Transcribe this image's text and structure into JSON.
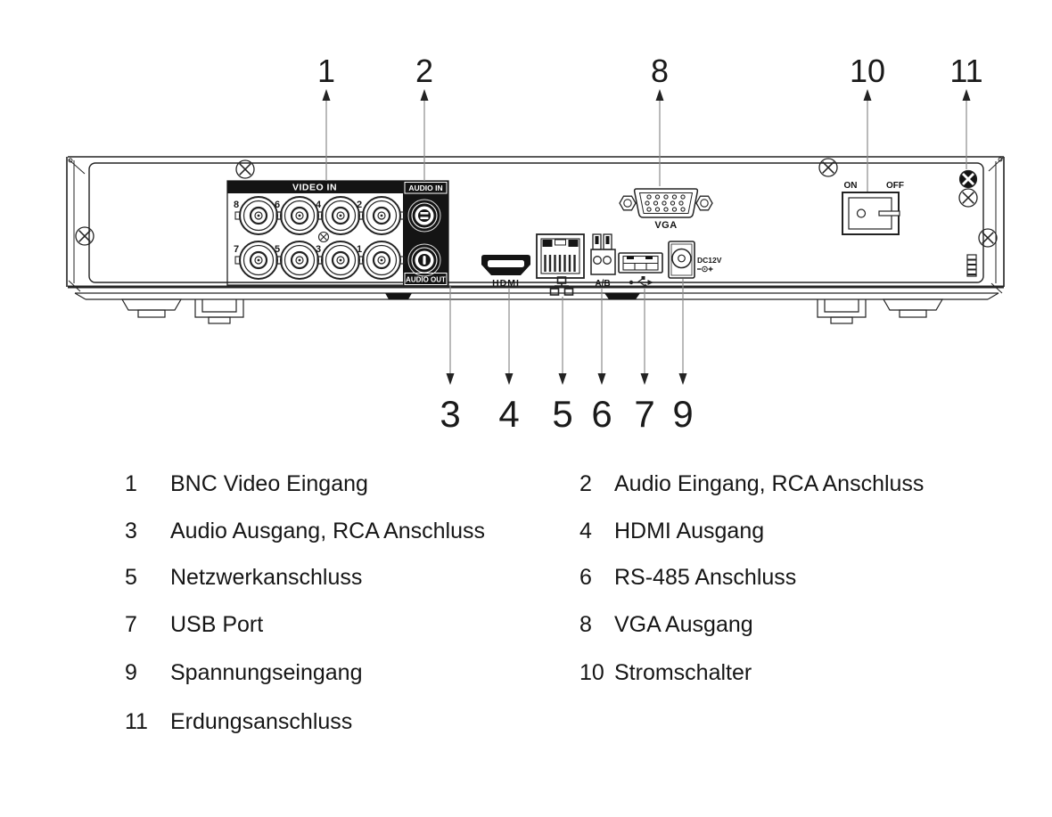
{
  "device": {
    "labels": {
      "video_in": "VIDEO IN",
      "audio_in": "AUDIO IN",
      "audio_out": "AUDIO OUT",
      "hdmi": "HDMI",
      "rs485": "A/B",
      "vga": "VGA",
      "power": "DC12V",
      "switch_on": "ON",
      "switch_off": "OFF"
    },
    "bnc_labels_top": [
      "8",
      "6",
      "4",
      "2"
    ],
    "bnc_labels_bottom": [
      "7",
      "5",
      "3",
      "1"
    ],
    "callouts_top": [
      "1",
      "2",
      "8",
      "10",
      "11"
    ],
    "callouts_bottom": [
      "3",
      "4",
      "5",
      "6",
      "7",
      "9"
    ]
  },
  "legend": {
    "items": [
      {
        "number": "1",
        "label": "BNC Video Eingang"
      },
      {
        "number": "2",
        "label": "Audio Eingang, RCA Anschluss"
      },
      {
        "number": "3",
        "label": "Audio Ausgang, RCA Anschluss"
      },
      {
        "number": "4",
        "label": "HDMI Ausgang"
      },
      {
        "number": "5",
        "label": "Netzwerkanschluss"
      },
      {
        "number": "6",
        "label": "RS-485 Anschluss"
      },
      {
        "number": "7",
        "label": "USB Port"
      },
      {
        "number": "8",
        "label": "VGA Ausgang"
      },
      {
        "number": "9",
        "label": "Spannungseingang"
      },
      {
        "number": "10",
        "label": "Stromschalter"
      },
      {
        "number": "11",
        "label": "Erdungsanschluss"
      }
    ]
  },
  "colors": {
    "ink": "#232323",
    "callout_line": "#8b8b8b",
    "panel_fill": "#141414",
    "text": "#161616"
  }
}
